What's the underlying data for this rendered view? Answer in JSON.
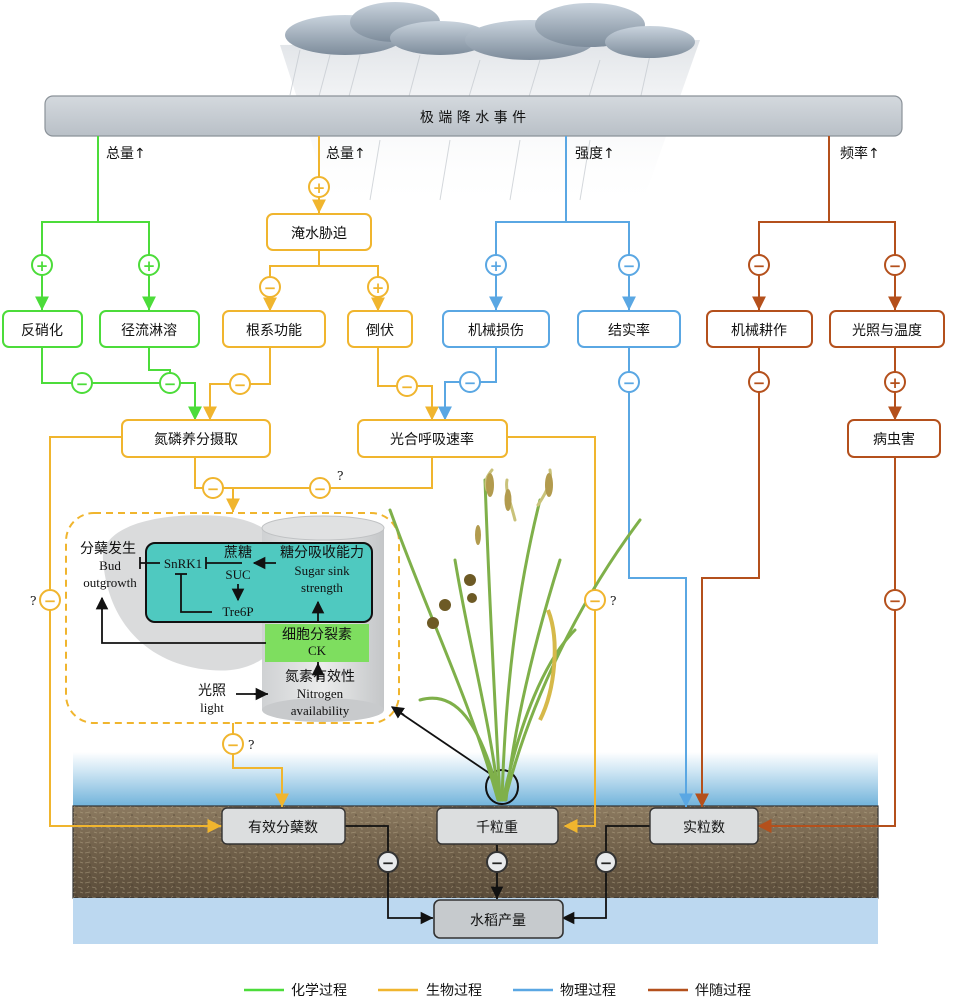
{
  "colors": {
    "chemical": "#4cdc3a",
    "biological": "#f0b52e",
    "physical": "#5aa7e3",
    "accompanying": "#b4501c",
    "black": "#111111"
  },
  "header": {
    "event": "极 端 降 水 事 件"
  },
  "drivers": {
    "total1": "总量↑",
    "total2": "总量↑",
    "intensity": "强度↑",
    "frequency": "频率↑"
  },
  "nodes": {
    "waterlogging": "淹水胁迫",
    "denitrification": "反硝化",
    "runoff": "径流淋溶",
    "root": "根系功能",
    "lodging": "倒伏",
    "mech_damage": "机械损伤",
    "seed_set": "结实率",
    "mech_tillage": "机械耕作",
    "light_temp": "光照与温度",
    "np_uptake": "氮磷养分摄取",
    "photo_resp": "光合呼吸速率",
    "pests": "病虫害",
    "eff_tillers": "有效分蘖数",
    "kgw": "千粒重",
    "filled_grains": "实粒数",
    "yield": "水稻产量"
  },
  "mechanism": {
    "bud_cn": "分蘖发生",
    "bud_en1": "Bud",
    "bud_en2": "outgrowth",
    "snrk1": "SnRK1",
    "sucrose_cn": "蔗糖",
    "suc": "SUC",
    "t6p": "Tre6P",
    "sink_cn": "糖分吸收能力",
    "sink_en1": "Sugar sink",
    "sink_en2": "strength",
    "ck_cn": "细胞分裂素",
    "ck": "CK",
    "nitro_cn": "氮素有效性",
    "nitro_en1": "Nitrogen",
    "nitro_en2": "availability",
    "light_cn": "光照",
    "light_en": "light"
  },
  "marks": {
    "plus": "+",
    "minus": "−",
    "question": "?"
  },
  "legend": [
    {
      "label": "化学过程",
      "color": "#4cdc3a"
    },
    {
      "label": "生物过程",
      "color": "#f0b52e"
    },
    {
      "label": "物理过程",
      "color": "#5aa7e3"
    },
    {
      "label": "伴随过程",
      "color": "#b4501c"
    }
  ]
}
